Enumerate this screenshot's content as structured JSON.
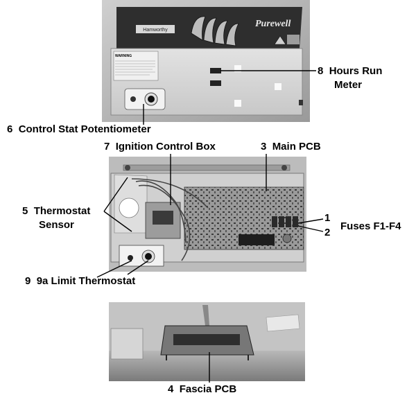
{
  "brand": {
    "left_logo": "Hamworthy",
    "right_logo": "Purewell",
    "warning_text": "WARNING"
  },
  "callouts": {
    "hours_run_meter": {
      "number": "8",
      "text_line1": "Hours Run",
      "text_line2": "Meter"
    },
    "control_stat_potentiometer": {
      "number": "6",
      "text": "Control Stat Potentiometer"
    },
    "ignition_control_box": {
      "number": "7",
      "text": "Ignition Control Box"
    },
    "main_pcb": {
      "number": "3",
      "text": "Main PCB"
    },
    "thermostat_sensor": {
      "number": "5",
      "text_line1": "Thermostat",
      "text_line2": "Sensor"
    },
    "fuses": {
      "number_top": "1",
      "number_bottom": "2",
      "text": "Fuses F1-F4"
    },
    "limit_thermostat": {
      "number": "9",
      "text": "9a  Limit Thermostat"
    },
    "fascia_pcb": {
      "number": "4",
      "text": "Fascia PCB"
    }
  }
}
